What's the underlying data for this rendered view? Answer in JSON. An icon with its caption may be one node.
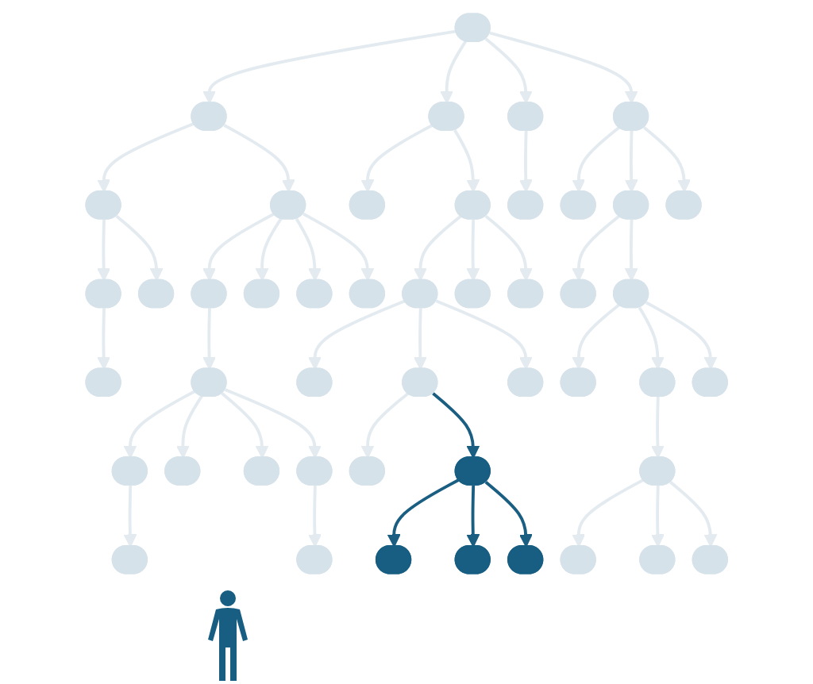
{
  "diagram": {
    "nodes": [
      {
        "text": [],
        "shape": "ellipse"
      },
      {
        "text": [],
        "shape": "ellipse"
      },
      {
        "text": [],
        "shape": "ellipse"
      },
      {
        "text": [],
        "shape": "ellipse"
      },
      {
        "text": [],
        "shape": "ellipse"
      },
      {
        "text": [],
        "shape": "ellipse"
      },
      {
        "text": [],
        "shape": "ellipse"
      },
      {
        "text": [],
        "shape": "ellipse"
      },
      {
        "text": [],
        "shape": "ellipse"
      },
      {
        "text": [],
        "shape": "ellipse"
      },
      {
        "text": [],
        "shape": "ellipse"
      },
      {
        "text": [],
        "shape": "ellipse"
      },
      {
        "text": [],
        "shape": "ellipse"
      },
      {
        "text": [],
        "shape": "ellipse"
      },
      {
        "text": [],
        "shape": "ellipse"
      },
      {
        "text": [],
        "shape": "ellipse"
      },
      {
        "text": [],
        "shape": "ellipse"
      },
      {
        "text": [],
        "shape": "ellipse"
      },
      {
        "text": [],
        "shape": "ellipse"
      },
      {
        "text": [],
        "shape": "ellipse"
      },
      {
        "text": [],
        "shape": "ellipse"
      },
      {
        "text": [],
        "shape": "ellipse"
      },
      {
        "text": [],
        "shape": "ellipse"
      },
      {
        "text": [],
        "shape": "ellipse"
      },
      {
        "text": [],
        "shape": "ellipse"
      },
      {
        "text": [],
        "shape": "ellipse"
      },
      {
        "text": [],
        "shape": "ellipse"
      },
      {
        "text": [],
        "shape": "ellipse"
      },
      {
        "text": [],
        "shape": "ellipse"
      },
      {
        "text": [],
        "shape": "ellipse"
      },
      {
        "text": [],
        "shape": "ellipse"
      },
      {
        "text": [],
        "shape": "ellipse"
      },
      {
        "text": [],
        "shape": "ellipse"
      },
      {
        "text": [],
        "shape": "ellipse"
      },
      {
        "text": [],
        "shape": "ellipse"
      },
      {
        "text": [],
        "shape": "ellipse"
      },
      {
        "text": [],
        "shape": "ellipse"
      },
      {
        "text": [],
        "shape": "ellipse"
      },
      {
        "text": [],
        "shape": "ellipse"
      },
      {
        "text": [],
        "shape": "ellipse"
      },
      {
        "text": [],
        "shape": "ellipse"
      },
      {
        "text": [],
        "shape": "ellipse"
      },
      {
        "text": [],
        "shape": "ellipse"
      },
      {
        "text": [],
        "shape": "ellipse"
      },
      {
        "text": [],
        "shape": "ellipse"
      },
      {
        "text": [],
        "shape": "ellipse"
      },
      {
        "text": [],
        "shape": "ellipse"
      }
    ],
    "edges": [
      {
        "from": 0,
        "to": 1,
        "arrow": "to"
      },
      {
        "from": 0,
        "to": 2,
        "arrow": "to"
      },
      {
        "from": 0,
        "to": 3,
        "arrow": "to"
      },
      {
        "from": 0,
        "to": 4,
        "arrow": "to"
      },
      {
        "from": 1,
        "to": 5,
        "arrow": "to"
      },
      {
        "from": 1,
        "to": 6,
        "arrow": "to"
      },
      {
        "from": 2,
        "to": 7,
        "arrow": "to"
      },
      {
        "from": 2,
        "to": 8,
        "arrow": "to"
      },
      {
        "from": 3,
        "to": 9,
        "arrow": "to"
      },
      {
        "from": 4,
        "to": 10,
        "arrow": "to"
      },
      {
        "from": 4,
        "to": 11,
        "arrow": "to"
      },
      {
        "from": 4,
        "to": 12,
        "arrow": "to"
      },
      {
        "from": 5,
        "to": 13,
        "arrow": "to"
      },
      {
        "from": 5,
        "to": 14,
        "arrow": "to"
      },
      {
        "from": 6,
        "to": 15,
        "arrow": "to"
      },
      {
        "from": 6,
        "to": 16,
        "arrow": "to"
      },
      {
        "from": 6,
        "to": 17,
        "arrow": "to"
      },
      {
        "from": 6,
        "to": 18,
        "arrow": "to"
      },
      {
        "from": 8,
        "to": 19,
        "arrow": "to"
      },
      {
        "from": 8,
        "to": 20,
        "arrow": "to"
      },
      {
        "from": 8,
        "to": 21,
        "arrow": "to"
      },
      {
        "from": 11,
        "to": 22,
        "arrow": "to"
      },
      {
        "from": 11,
        "to": 23,
        "arrow": "to"
      },
      {
        "from": 13,
        "to": 24,
        "arrow": "to"
      },
      {
        "from": 15,
        "to": 25,
        "arrow": "to"
      },
      {
        "from": 19,
        "to": 26,
        "arrow": "to"
      },
      {
        "from": 19,
        "to": 27,
        "arrow": "to"
      },
      {
        "from": 19,
        "to": 28,
        "arrow": "to"
      },
      {
        "from": 23,
        "to": 29,
        "arrow": "to"
      },
      {
        "from": 23,
        "to": 30,
        "arrow": "to"
      },
      {
        "from": 23,
        "to": 31,
        "arrow": "to"
      },
      {
        "from": 25,
        "to": 32,
        "arrow": "to"
      },
      {
        "from": 25,
        "to": 33,
        "arrow": "to"
      },
      {
        "from": 25,
        "to": 34,
        "arrow": "to"
      },
      {
        "from": 25,
        "to": 35,
        "arrow": "to"
      },
      {
        "from": 27,
        "to": 36,
        "arrow": "to"
      },
      {
        "from": 30,
        "to": 37,
        "arrow": "to"
      },
      {
        "from": 32,
        "to": 38,
        "arrow": "to"
      },
      {
        "from": 35,
        "to": 39,
        "arrow": "to"
      },
      {
        "from": 37,
        "to": 40,
        "arrow": "to"
      },
      {
        "from": 37,
        "to": 41,
        "arrow": "to"
      },
      {
        "from": 37,
        "to": 42,
        "arrow": "to"
      },
      {
        "from": 27,
        "to": 43,
        "arrow": "to",
        "color": "#1a5e82"
      },
      {
        "from": 43,
        "to": 44,
        "arrow": "to",
        "color": "#1a5e82"
      },
      {
        "from": 43,
        "to": 45,
        "arrow": "to",
        "color": "#1a5e82"
      },
      {
        "from": 43,
        "to": 46,
        "arrow": "to",
        "color": "#1a5e82"
      }
    ]
  }
}
